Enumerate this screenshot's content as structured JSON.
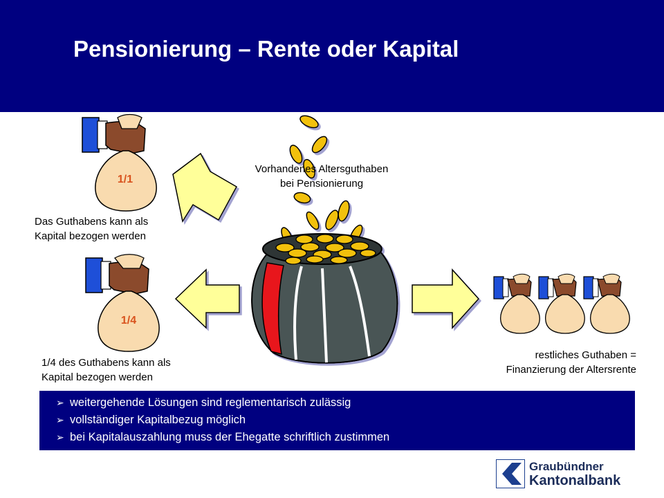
{
  "header": {
    "title": "Pensionierung – Rente oder Kapital"
  },
  "bags": {
    "full_label": "1/1",
    "quarter_label": "1/4"
  },
  "captions": {
    "pot_line1": "Vorhandenes Altersguthaben",
    "pot_line2": "bei Pensionierung",
    "full_line1": "Das Guthabens kann als",
    "full_line2": "Kapital bezogen werden",
    "quarter_line1": "1/4 des Guthabens kann als",
    "quarter_line2": "Kapital bezogen werden",
    "rest_line1": "restliches Guthaben =",
    "rest_line2": "Finanzierung der Altersrente"
  },
  "info": {
    "bullets": [
      "weitergehende Lösungen sind reglementarisch zulässig",
      "vollständiger Kapitalbezug möglich",
      "bei Kapitalauszahlung muss der Ehegatte schriftlich zustimmen"
    ]
  },
  "logo": {
    "line1": "Graubündner",
    "line2": "Kantonalbank"
  },
  "colors": {
    "header_blue": "#000080",
    "arrow_fill": "#FFFF99",
    "bag_fill": "#F9DBAF",
    "bag_label": "#D9531E",
    "coin_fill": "#F2C10C",
    "pot_fill": "#4A5455",
    "pot_stripe": "#E8131A",
    "sleeve_blue": "#1E4FD8"
  }
}
